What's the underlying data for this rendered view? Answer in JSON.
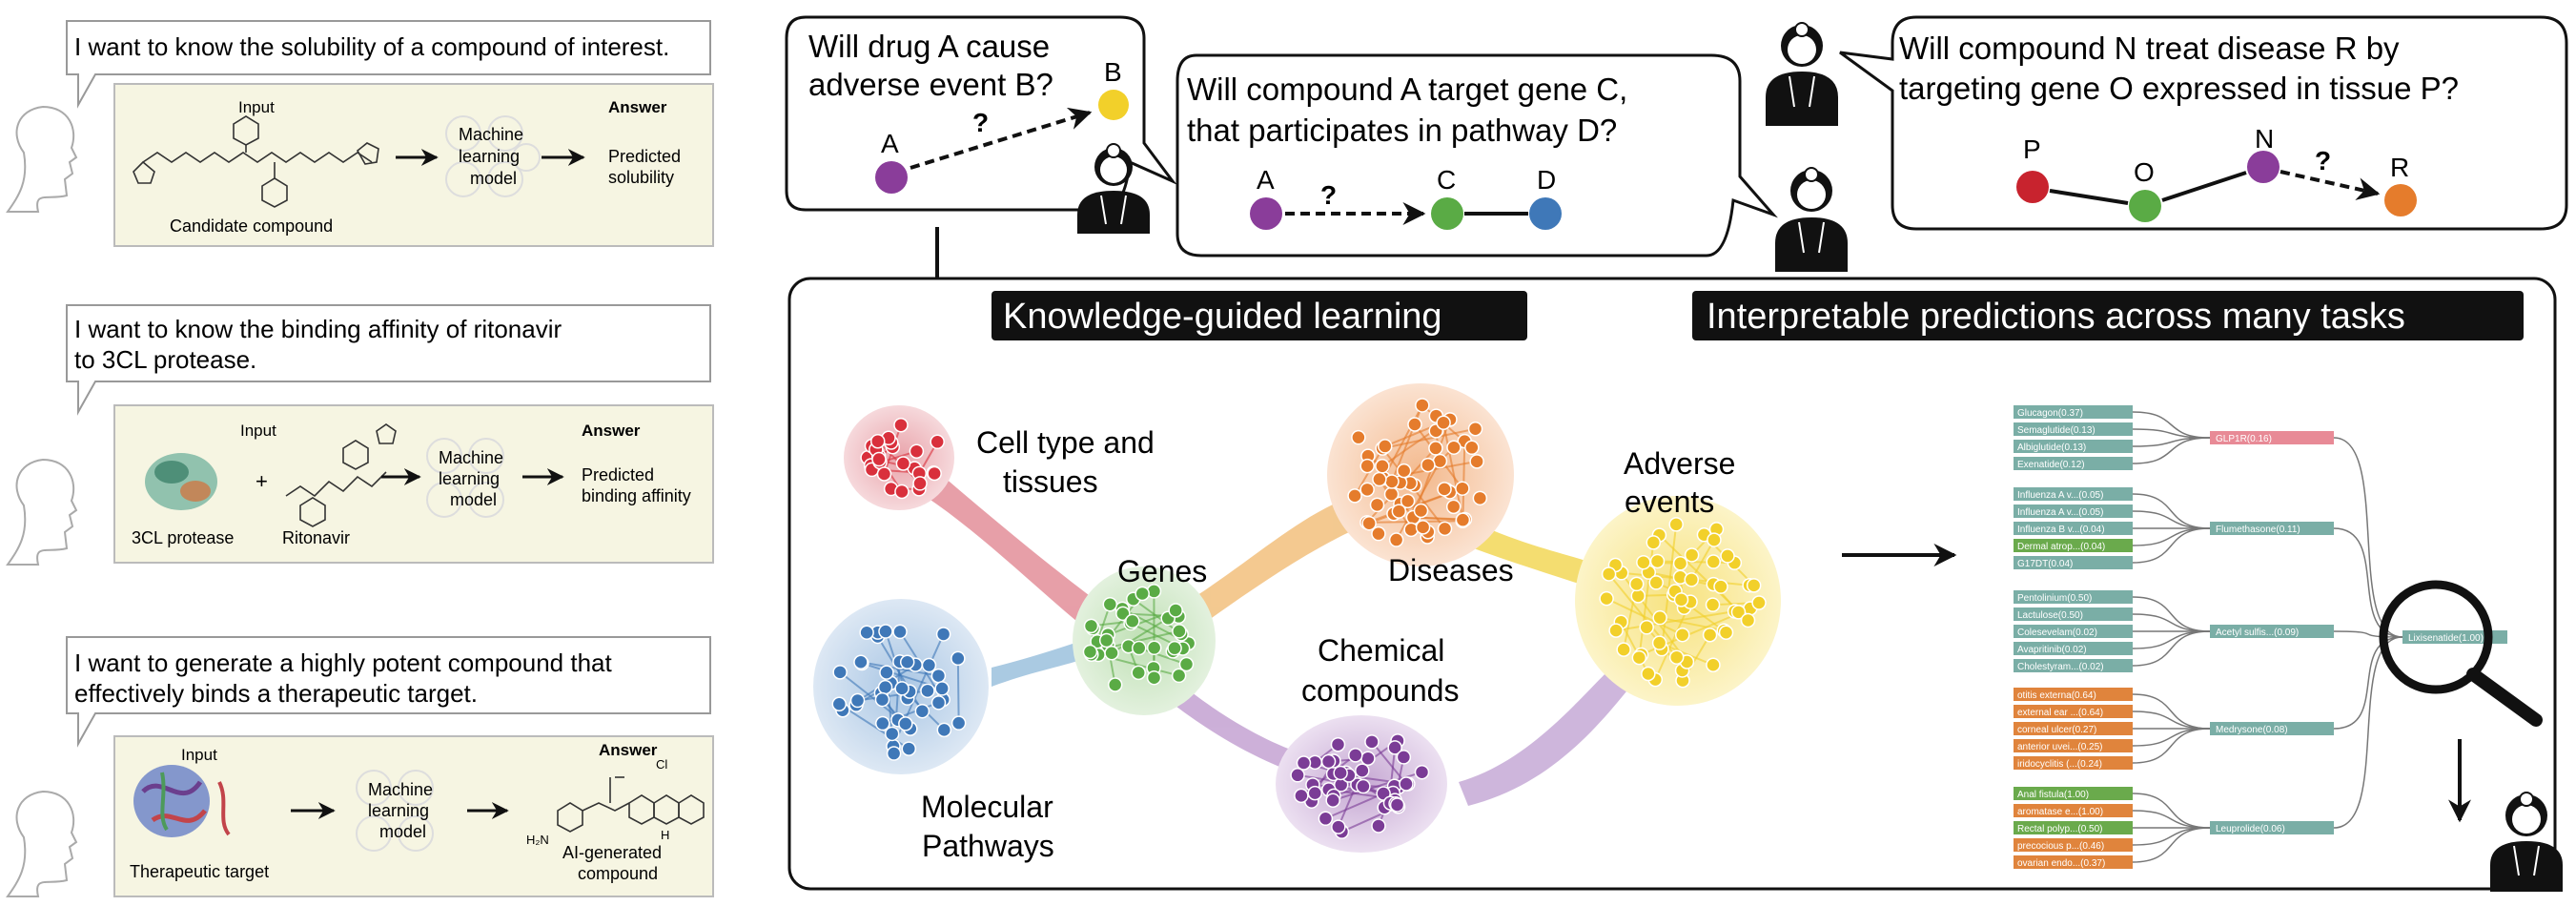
{
  "left_panel": {
    "q1": {
      "question": "I want to know the solubility of a compound of interest.",
      "input_label": "Input",
      "answer_label": "Answer",
      "compound_label": "Candidate compound",
      "model_line1": "Machine",
      "model_line2": "learning",
      "model_line3": "model",
      "answer_line1": "Predicted",
      "answer_line2": "solubility"
    },
    "q2": {
      "question_line1": "I want to know the binding affinity of ritonavir",
      "question_line2": "to 3CL protease.",
      "input_label": "Input",
      "answer_label": "Answer",
      "plus": "+",
      "protein_label": "3CL protease",
      "drug_label": "Ritonavir",
      "model_line1": "Machine",
      "model_line2": "learning",
      "model_line3": "model",
      "answer_line1": "Predicted",
      "answer_line2": "binding affinity"
    },
    "q3": {
      "question_line1": "I want to generate a highly potent compound that",
      "question_line2": "effectively binds a therapeutic target.",
      "input_label": "Input",
      "answer_label": "Answer",
      "target_label": "Therapeutic target",
      "model_line1": "Machine",
      "model_line2": "learning",
      "model_line3": "model",
      "answer_line1": "AI-generated",
      "answer_line2": "compound",
      "chem_h2n": "H₂N",
      "chem_n": "N",
      "chem_ch": "Cl",
      "chem_h": "H"
    }
  },
  "bubbles": {
    "b1": {
      "line1": "Will drug A cause",
      "line2": "adverse event B?",
      "node_a": "A",
      "node_b": "B",
      "q": "?"
    },
    "b2": {
      "line1": "Will compound A target gene C,",
      "line2": "that participates in pathway D?",
      "node_a": "A",
      "node_c": "C",
      "node_d": "D",
      "q": "?"
    },
    "b3": {
      "line1": "Will compound N treat disease R by",
      "line2": "targeting gene O expressed in tissue P?",
      "node_p": "P",
      "node_o": "O",
      "node_n": "N",
      "node_r": "R",
      "q": "?"
    }
  },
  "main_panel": {
    "heading_left": "Knowledge-guided learning",
    "heading_right": "Interpretable predictions across many tasks",
    "clusters": {
      "cell": {
        "line1": "Cell type and",
        "line2": "tissues"
      },
      "genes": {
        "line1": "Genes"
      },
      "pathways": {
        "line1": "Molecular",
        "line2": "Pathways"
      },
      "diseases": {
        "line1": "Diseases"
      },
      "chem": {
        "line1": "Chemical",
        "line2": "compounds"
      },
      "adverse": {
        "line1": "Adverse",
        "line2": "events"
      }
    }
  },
  "explanation": {
    "groups": [
      {
        "color": "#7aaea6",
        "target": "GLP1R(0.16)",
        "target_color": "#e88a96",
        "items": [
          "Glucagon(0.37)",
          "Semaglutide(0.13)",
          "Albiglutide(0.13)",
          "Exenatide(0.12)"
        ]
      },
      {
        "color": "#7aaea6",
        "target": "Flumethasone(0.11)",
        "target_color": "#7aaea6",
        "items": [
          "Influenza A v...(0.05)",
          "Influenza A v...(0.05)",
          "Influenza B v...(0.04)",
          "Dermal atrop...(0.04)",
          "G17DT(0.04)"
        ],
        "item_colors": [
          "#7aaea6",
          "#7aaea6",
          "#7aaea6",
          "#6aaa4c",
          "#7aaea6"
        ]
      },
      {
        "color": "#7aaea6",
        "target": "Acetyl sulfis...(0.09)",
        "target_color": "#7aaea6",
        "items": [
          "Pentolinium(0.50)",
          "Lactulose(0.50)",
          "Colesevelam(0.02)",
          "Avapritinib(0.02)",
          "Cholestyram...(0.02)"
        ]
      },
      {
        "color": "#e0843c",
        "target": "Medrysone(0.08)",
        "target_color": "#7aaea6",
        "items": [
          "otitis externa(0.64)",
          "external ear ...(0.64)",
          "corneal ulcer(0.27)",
          "anterior uvei...(0.25)",
          "iridocyclitis (...(0.24)"
        ]
      },
      {
        "color": "#6aaa4c",
        "target": "Leuprolide(0.06)",
        "target_color": "#7aaea6",
        "items": [
          "Anal fistula(1.00)",
          "aromatase e...(1.00)",
          "Rectal polyp...(0.50)",
          "precocious p...(0.46)",
          "ovarian endo...(0.37)"
        ],
        "item_colors": [
          "#6aaa4c",
          "#e0843c",
          "#6aaa4c",
          "#e0843c",
          "#e0843c"
        ]
      }
    ],
    "final_node": "Lixisenatide(1.00)"
  },
  "colors": {
    "cell": "#d9303c",
    "genes": "#5aab45",
    "pathways": "#3f78b8",
    "diseases": "#e57c2c",
    "chem": "#7b3c96",
    "adverse": "#f2d02a",
    "heading_bg": "#111111",
    "panel_bg": "#f6f5e2"
  }
}
